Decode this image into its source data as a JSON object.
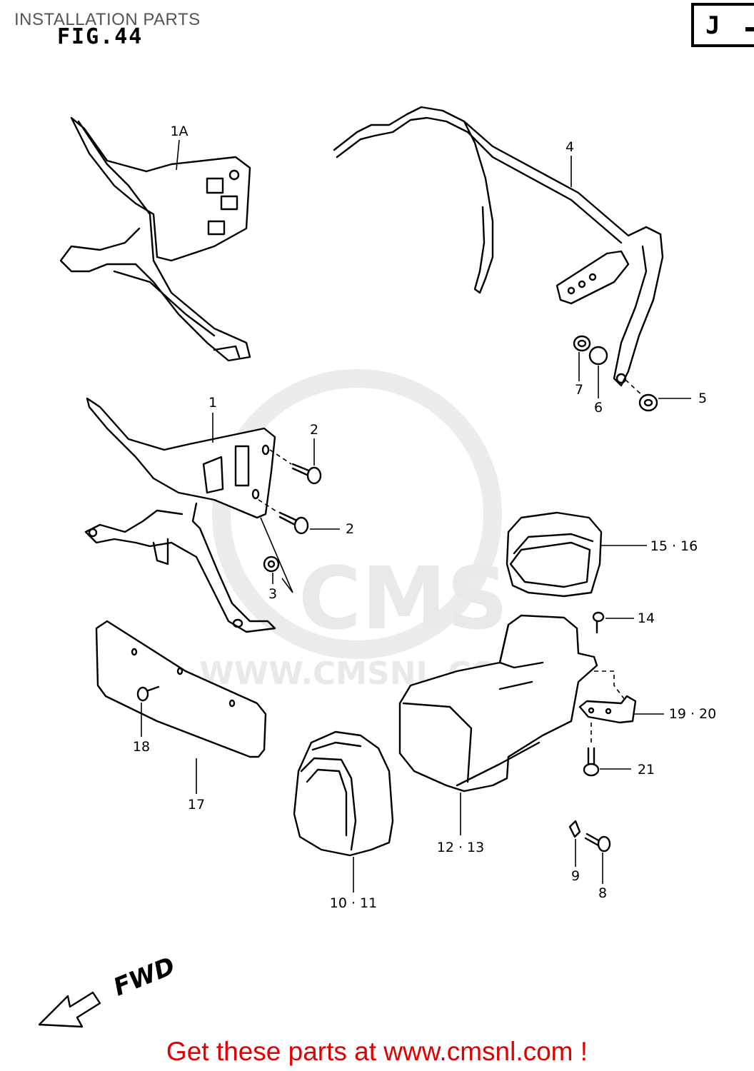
{
  "header": {
    "page_title": "INSTALLATION PARTS",
    "fig_label": "FIG.44",
    "section_code": "J"
  },
  "watermark": {
    "brand": "CMS",
    "url": "WWW.CMSNL.COM"
  },
  "callouts": {
    "c1A": "1A",
    "c1": "1",
    "c2a": "2",
    "c2b": "2",
    "c3": "3",
    "c4": "4",
    "c5": "5",
    "c6": "6",
    "c7": "7",
    "c8": "8",
    "c9": "9",
    "c10_11": "10 · 11",
    "c12_13": "12 · 13",
    "c14": "14",
    "c15_16": "15 · 16",
    "c17": "17",
    "c18": "18",
    "c19_20": "19 · 20",
    "c21": "21"
  },
  "direction": {
    "label": "FWD"
  },
  "footer": {
    "text": "Get these parts at www.cmsnl.com !"
  },
  "colors": {
    "footer_text": "#e00000",
    "watermark": "#e9e9e9",
    "line": "#000000"
  }
}
